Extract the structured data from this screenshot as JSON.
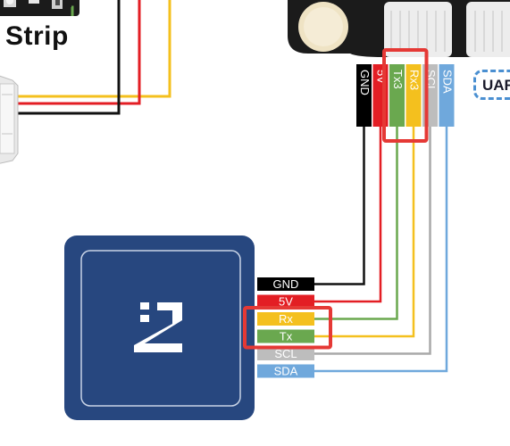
{
  "strip": {
    "title": "Strip"
  },
  "fc_board": {
    "uart_label": "UAR"
  },
  "fc_pins": [
    {
      "label": "GND",
      "color": "#000000",
      "wire": "#111111",
      "highlighted": false
    },
    {
      "label": "5V",
      "color": "#e31e24",
      "wire": "#e31e24",
      "highlighted": false
    },
    {
      "label": "Tx3",
      "color": "#6aa84f",
      "wire": "#6aa84f",
      "highlighted": true
    },
    {
      "label": "Rx3",
      "color": "#f4c01e",
      "wire": "#f4c01e",
      "highlighted": true
    },
    {
      "label": "SCL",
      "color": "#bdbdbd",
      "wire": "#a9a9a9",
      "highlighted": false
    },
    {
      "label": "SDA",
      "color": "#6fa8dc",
      "wire": "#6fa8dc",
      "highlighted": false
    }
  ],
  "module_pins": [
    {
      "label": "GND",
      "color": "#000000",
      "text_color": "#ffffff",
      "highlighted": false
    },
    {
      "label": "5V",
      "color": "#e31e24",
      "text_color": "#ffffff",
      "highlighted": false
    },
    {
      "label": "Rx",
      "color": "#f4c01e",
      "text_color": "#ffffff",
      "highlighted": true
    },
    {
      "label": "Tx",
      "color": "#6aa84f",
      "text_color": "#ffffff",
      "highlighted": true
    },
    {
      "label": "SCL",
      "color": "#bdbdbd",
      "text_color": "#ffffff",
      "highlighted": false
    },
    {
      "label": "SDA",
      "color": "#6fa8dc",
      "text_color": "#ffffff",
      "highlighted": false
    }
  ],
  "colors": {
    "module_bg": "#27477f",
    "module_border": "#c9d4e6",
    "board_black": "#1b1b1b",
    "highlight": "#e53935",
    "uart_dash": "#4a8fd1"
  }
}
